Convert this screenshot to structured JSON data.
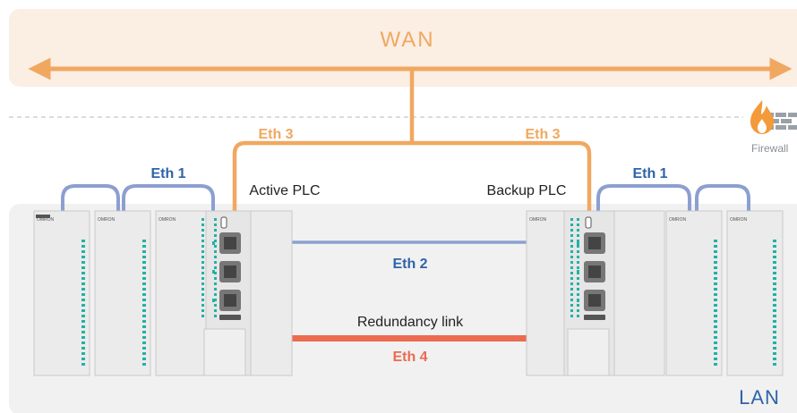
{
  "zones": {
    "wan": "WAN",
    "lan": "LAN"
  },
  "firewall": {
    "label": "Firewall"
  },
  "plcs": {
    "active": {
      "label": "Active PLC",
      "brand": "OMRON"
    },
    "backup": {
      "label": "Backup PLC",
      "brand": "OMRON"
    },
    "module_brand": "OMRON"
  },
  "links": {
    "eth1_left": "Eth 1",
    "eth1_right": "Eth 1",
    "eth2": "Eth 2",
    "eth3_left": "Eth 3",
    "eth3_right": "Eth 3",
    "eth4": "Eth 4",
    "redundancy": "Redundancy link"
  },
  "colors": {
    "wan_bg": "#fbeee3",
    "lan_bg": "#f1f1f2",
    "orange": "#f0a860",
    "blue": "#2f63a8",
    "blue_light": "#8c9fd0",
    "red": "#ec6a4f",
    "teal": "#1fb3a6",
    "brick": "#9aa0a6",
    "flame": "#f39a3a"
  }
}
